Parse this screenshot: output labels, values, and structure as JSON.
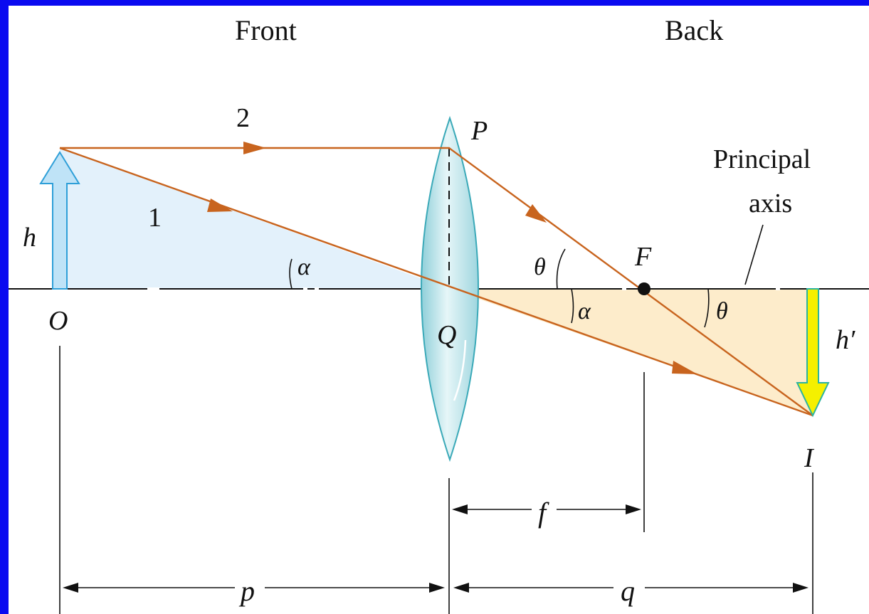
{
  "headings": {
    "front": "Front",
    "back": "Back"
  },
  "annotations": {
    "principal_axis_line1": "Principal",
    "principal_axis_line2": "axis"
  },
  "ray_labels": {
    "ray1": "1",
    "ray2": "2"
  },
  "points": {
    "O": "O",
    "Q": "Q",
    "P": "P",
    "F": "F",
    "I": "I"
  },
  "heights": {
    "object": "h",
    "image": "h′"
  },
  "angles": {
    "alpha": "α",
    "theta": "θ"
  },
  "distances": {
    "object_distance": "p",
    "image_distance": "q",
    "focal_length": "f"
  },
  "colors": {
    "frame": "#0a0af0",
    "ray": "#c8641e",
    "object_arrow": "#bfe3f7",
    "image_arrow": "#f5f000",
    "front_fill": "#e3f1fb",
    "back_fill": "#fdeccb",
    "lens": "#b9e3ea"
  }
}
